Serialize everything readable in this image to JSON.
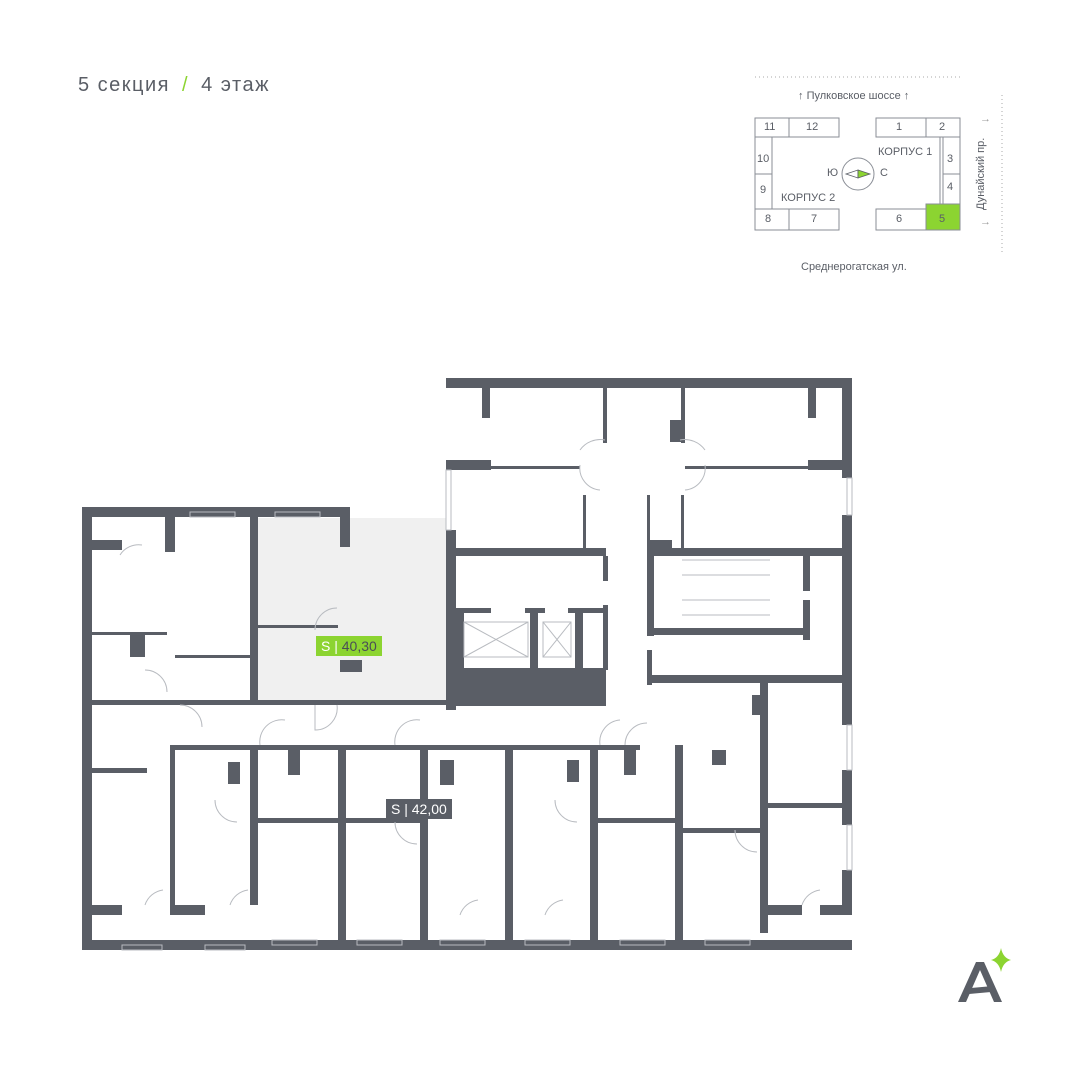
{
  "header": {
    "section": "5 секция",
    "separator": "/",
    "floor": "4 этаж"
  },
  "key_plan": {
    "street_top": "Пулковское шоссе",
    "street_bottom": "Среднерогатская ул.",
    "street_right": "Дунайский пр.",
    "building_1": "КОРПУС 1",
    "building_2": "КОРПУС 2",
    "compass_south": "Ю",
    "compass_north": "С",
    "sections": [
      "1",
      "2",
      "3",
      "4",
      "5",
      "6",
      "7",
      "8",
      "9",
      "10",
      "11",
      "12"
    ],
    "selected_section": "5"
  },
  "apartments": [
    {
      "label": "S",
      "area": "40,30",
      "selected": true
    },
    {
      "label": "S",
      "area": "42,00",
      "selected": false
    }
  ],
  "colors": {
    "accent": "#8cd431",
    "wall": "#5a5e66",
    "selected_fill": "#f0f0f0"
  },
  "logo": {
    "letter": "A"
  }
}
